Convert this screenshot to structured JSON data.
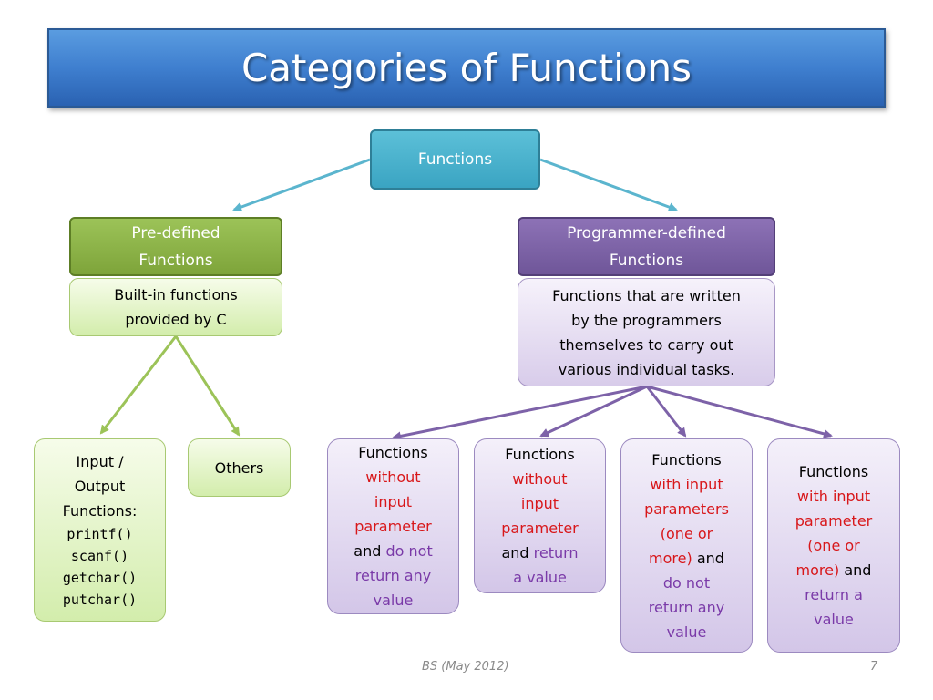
{
  "title": "Categories of Functions",
  "root": {
    "label": "Functions"
  },
  "predefined": {
    "heading_line1": "Pre-defined",
    "heading_line2": "Functions",
    "desc_line1": "Built-in functions",
    "desc_line2": "provided by C",
    "io": {
      "line1": "Input /",
      "line2": "Output",
      "line3": "Functions:",
      "code": [
        "printf()",
        "scanf()",
        "getchar()",
        "putchar()"
      ]
    },
    "others": "Others"
  },
  "programmer": {
    "heading_line1": "Programmer-defined",
    "heading_line2": "Functions",
    "desc": [
      "Functions that are written",
      "by the programmers",
      "themselves to carry out",
      "various individual tasks."
    ]
  },
  "categories": [
    {
      "l1": "Functions",
      "red": [
        "without",
        "input",
        "parameter"
      ],
      "and": "and",
      "purple_same_line": "do not",
      "purple": [
        "return any",
        "value"
      ]
    },
    {
      "l1": "Functions",
      "red": [
        "without",
        "input",
        "parameter"
      ],
      "and": "and",
      "purple_same_line": "return",
      "purple": [
        "a value"
      ]
    },
    {
      "l1": "Functions",
      "red": [
        "with input",
        "parameters",
        "(one or"
      ],
      "red_last": "more)",
      "and": "and",
      "purple": [
        "do not",
        "return any",
        "value"
      ]
    },
    {
      "l1": "Functions",
      "red": [
        "with input",
        "parameter",
        "(one or"
      ],
      "red_last": "more)",
      "and": "and",
      "purple": [
        "return a",
        "value"
      ]
    }
  ],
  "colors": {
    "title_bg": "#3f7fcf",
    "root_bg": "#3aa4c2",
    "predefined_bg": "#7ea43a",
    "programmer_bg": "#6f5699",
    "red_text": "#d8171a",
    "purple_text": "#7a3aa8"
  },
  "footer": {
    "source": "BS (May 2012)",
    "page": "7"
  }
}
